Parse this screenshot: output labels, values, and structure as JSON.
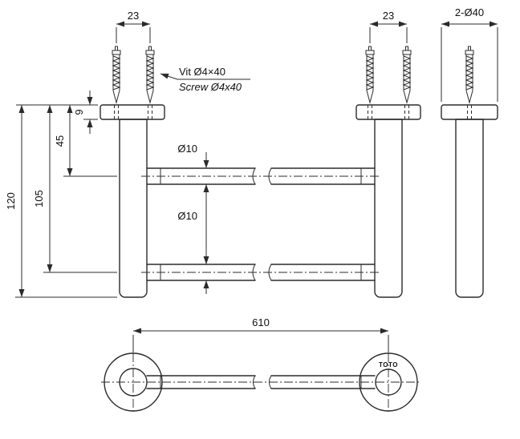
{
  "drawing": {
    "colors": {
      "background": "#ffffff",
      "line": "#2b2b2b",
      "text": "#111111"
    },
    "callouts": {
      "screw_fr": "Vit Ø4×40",
      "screw_en": "Screw Ø4x40",
      "flange": "2-Ø40"
    },
    "dimensions": {
      "screw_spacing_left": "23",
      "screw_spacing_right": "23",
      "flange_thickness": "9",
      "bar1_offset": "45",
      "bar2_offset": "105",
      "post_length": "120",
      "bar1_dia": "Ø10",
      "bar2_dia": "Ø10",
      "overall_length": "610"
    },
    "brand": "TOTO"
  }
}
